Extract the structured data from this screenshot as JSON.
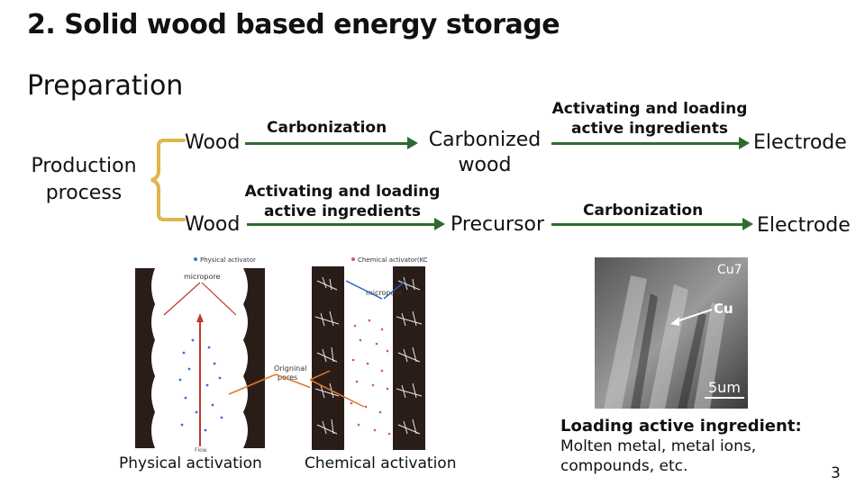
{
  "slide": {
    "title": "2. Solid wood based energy storage",
    "section": "Preparation",
    "page_number": "3"
  },
  "process": {
    "label_line1": "Production",
    "label_line2": "process",
    "row1": {
      "start": "Wood",
      "step1": "Carbonization",
      "mid_line1": "Carbonized",
      "mid_line2": "wood",
      "step2_line1": "Activating and loading",
      "step2_line2": "active ingredients",
      "end": "Electrode"
    },
    "row2": {
      "start": "Wood",
      "step1_line1": "Activating and loading",
      "step1_line2": "active ingredients",
      "mid": "Precursor",
      "step2": "Carbonization",
      "end": "Electrode"
    }
  },
  "figures": {
    "physical": {
      "caption": "Physical activation",
      "legend": "Physical activator",
      "micropore": "micropore",
      "original_line1": "Origninal",
      "original_line2": "pores",
      "flow": "Flow"
    },
    "chemical": {
      "caption": "Chemical activation",
      "legend": "Chemical activator(KOH)",
      "micropore": "micropore"
    },
    "sem": {
      "corner_label": "Cu7",
      "cu_label": "Cu",
      "scale": "5um"
    }
  },
  "loading_note": {
    "heading": "Loading active ingredient:",
    "line1": "Molten metal, metal ions,",
    "line2": "compounds, etc."
  }
}
